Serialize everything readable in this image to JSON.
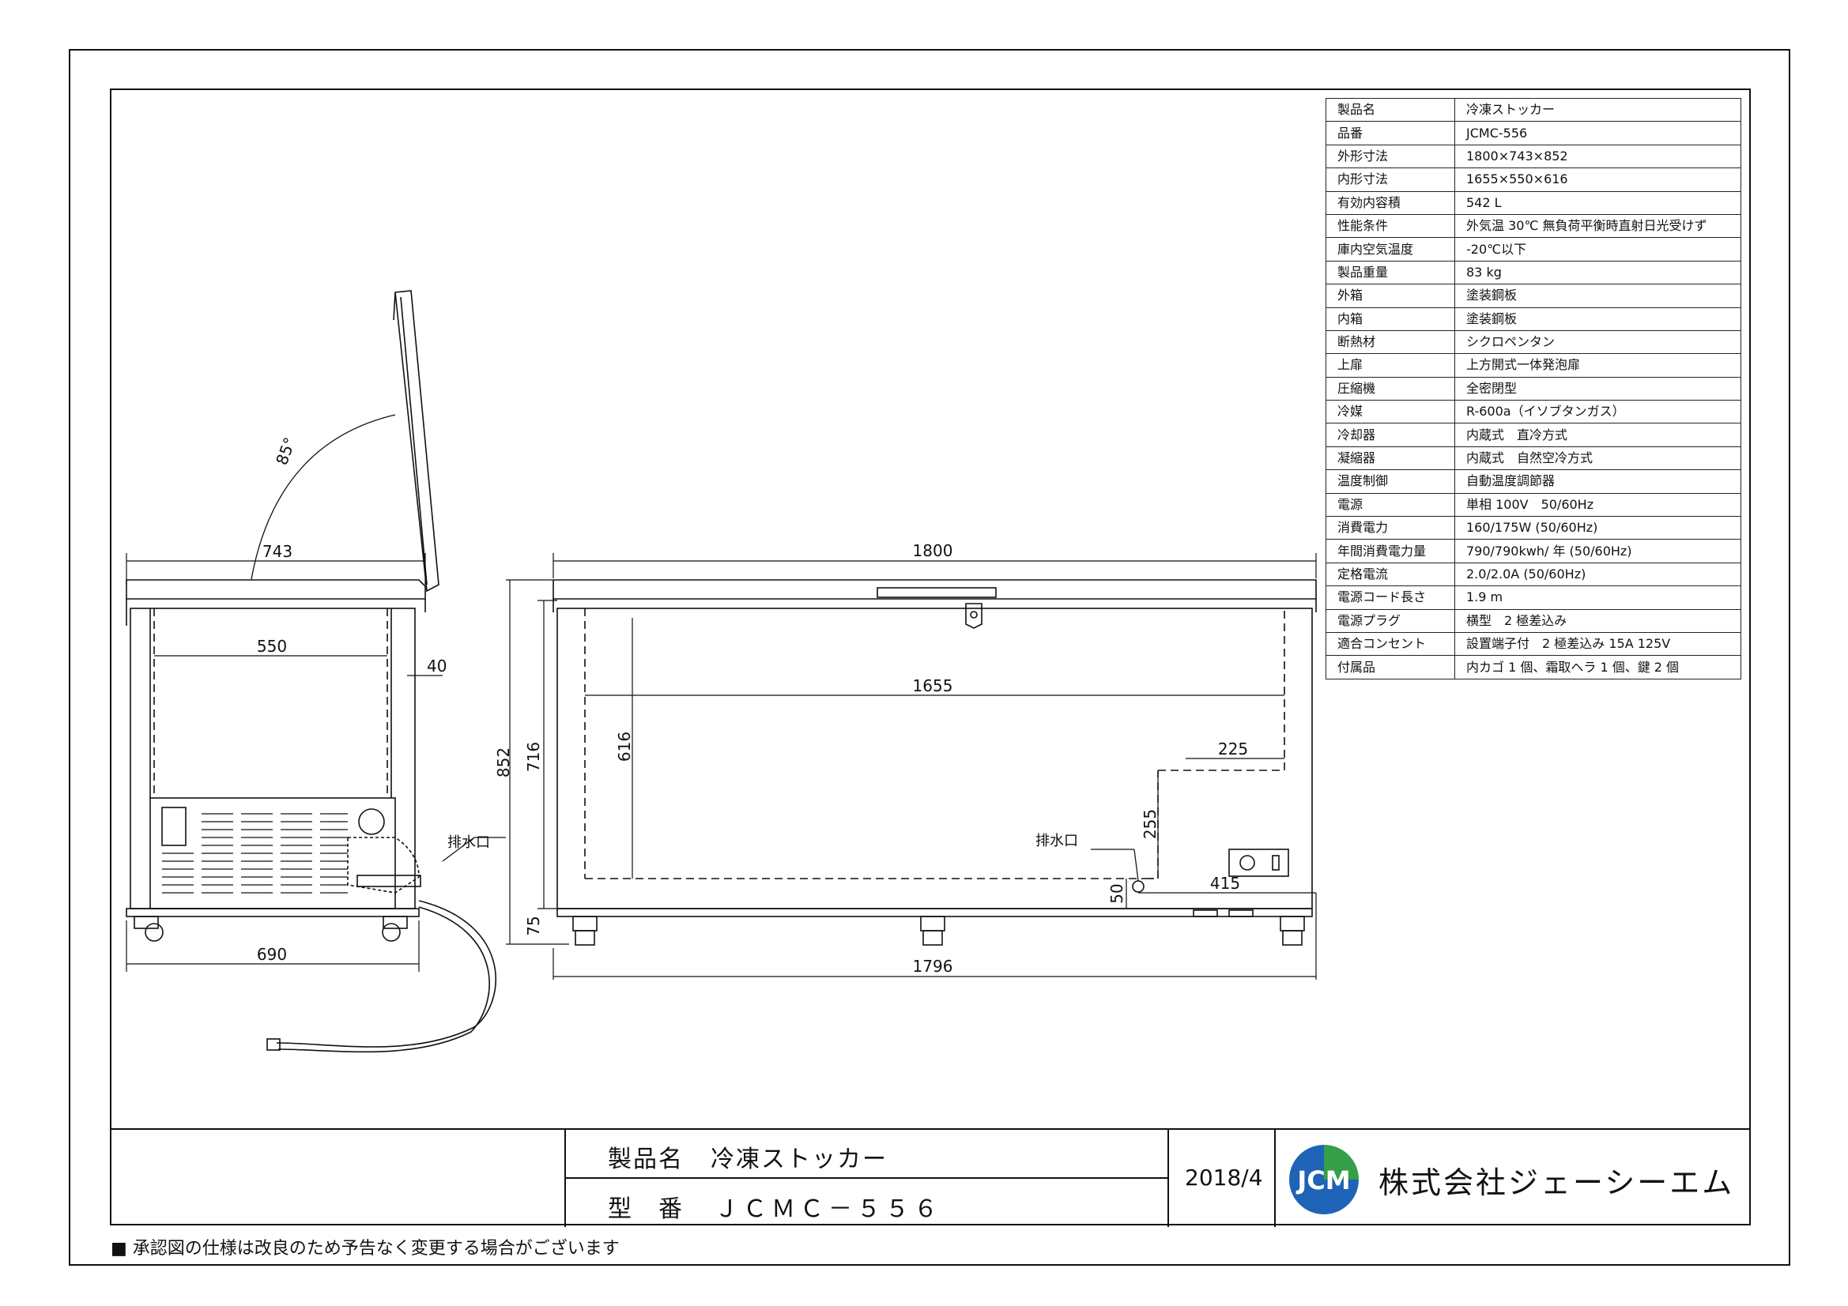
{
  "spec_table": [
    {
      "label": "製品名",
      "value": "冷凍ストッカー"
    },
    {
      "label": "品番",
      "value": "JCMC-556"
    },
    {
      "label": "外形寸法",
      "value": "1800×743×852"
    },
    {
      "label": "内形寸法",
      "value": "1655×550×616"
    },
    {
      "label": "有効内容積",
      "value": "542 L"
    },
    {
      "label": "性能条件",
      "value": "外気温 30℃ 無負荷平衡時直射日光受けず"
    },
    {
      "label": "庫内空気温度",
      "value": "-20℃以下"
    },
    {
      "label": "製品重量",
      "value": "83 kg"
    },
    {
      "label": "外箱",
      "value": "塗装鋼板"
    },
    {
      "label": "内箱",
      "value": "塗装鋼板"
    },
    {
      "label": "断熱材",
      "value": "シクロペンタン"
    },
    {
      "label": "上扉",
      "value": "上方開式一体発泡扉"
    },
    {
      "label": "圧縮機",
      "value": "全密閉型"
    },
    {
      "label": "冷媒",
      "value": "R-600a（イソブタンガス）"
    },
    {
      "label": "冷却器",
      "value": "内蔵式　直冷方式"
    },
    {
      "label": "凝縮器",
      "value": "内蔵式　自然空冷方式"
    },
    {
      "label": "温度制御",
      "value": "自動温度調節器"
    },
    {
      "label": "電源",
      "value": "単相 100V　50/60Hz"
    },
    {
      "label": "消費電力",
      "value": "160/175W (50/60Hz)"
    },
    {
      "label": "年間消費電力量",
      "value": "790/790kwh/ 年 (50/60Hz)"
    },
    {
      "label": "定格電流",
      "value": "2.0/2.0A (50/60Hz)"
    },
    {
      "label": "電源コード長さ",
      "value": "1.9 m"
    },
    {
      "label": "電源プラグ",
      "value": "横型　2 極差込み"
    },
    {
      "label": "適合コンセント",
      "value": "設置端子付　2 極差込み 15A 125V"
    },
    {
      "label": "付属品",
      "value": "内カゴ 1 個、霜取ヘラ 1 個、鍵 2 個"
    }
  ],
  "side_view": {
    "dims": {
      "depth": "743",
      "inner_depth": "550",
      "lid_gap": "40",
      "base_depth": "690",
      "lid_angle": "85°"
    },
    "drain_label": "排水口"
  },
  "front_view": {
    "dims": {
      "width": "1800",
      "inner_width": "1655",
      "base_width": "1796",
      "height": "852",
      "body_height": "716",
      "inner_height": "616",
      "step_width": "225",
      "step_height": "255",
      "drain_height": "50",
      "caster_height": "75",
      "control_offset": "415"
    },
    "drain_label": "排水口"
  },
  "title_block": {
    "product_label": "製品名",
    "product_name": "冷凍ストッカー",
    "model_label": "型　番",
    "model_number": "ＪＣＭＣ－５５６",
    "date": "2018/4",
    "logo_text": "JCM",
    "company": "株式会社ジェーシーエム"
  },
  "footnote": "■ 承認図の仕様は改良のため予告なく変更する場合がございます",
  "colors": {
    "line": "#111111",
    "logo_blue": "#1e63b5",
    "logo_green": "#3aa935"
  }
}
